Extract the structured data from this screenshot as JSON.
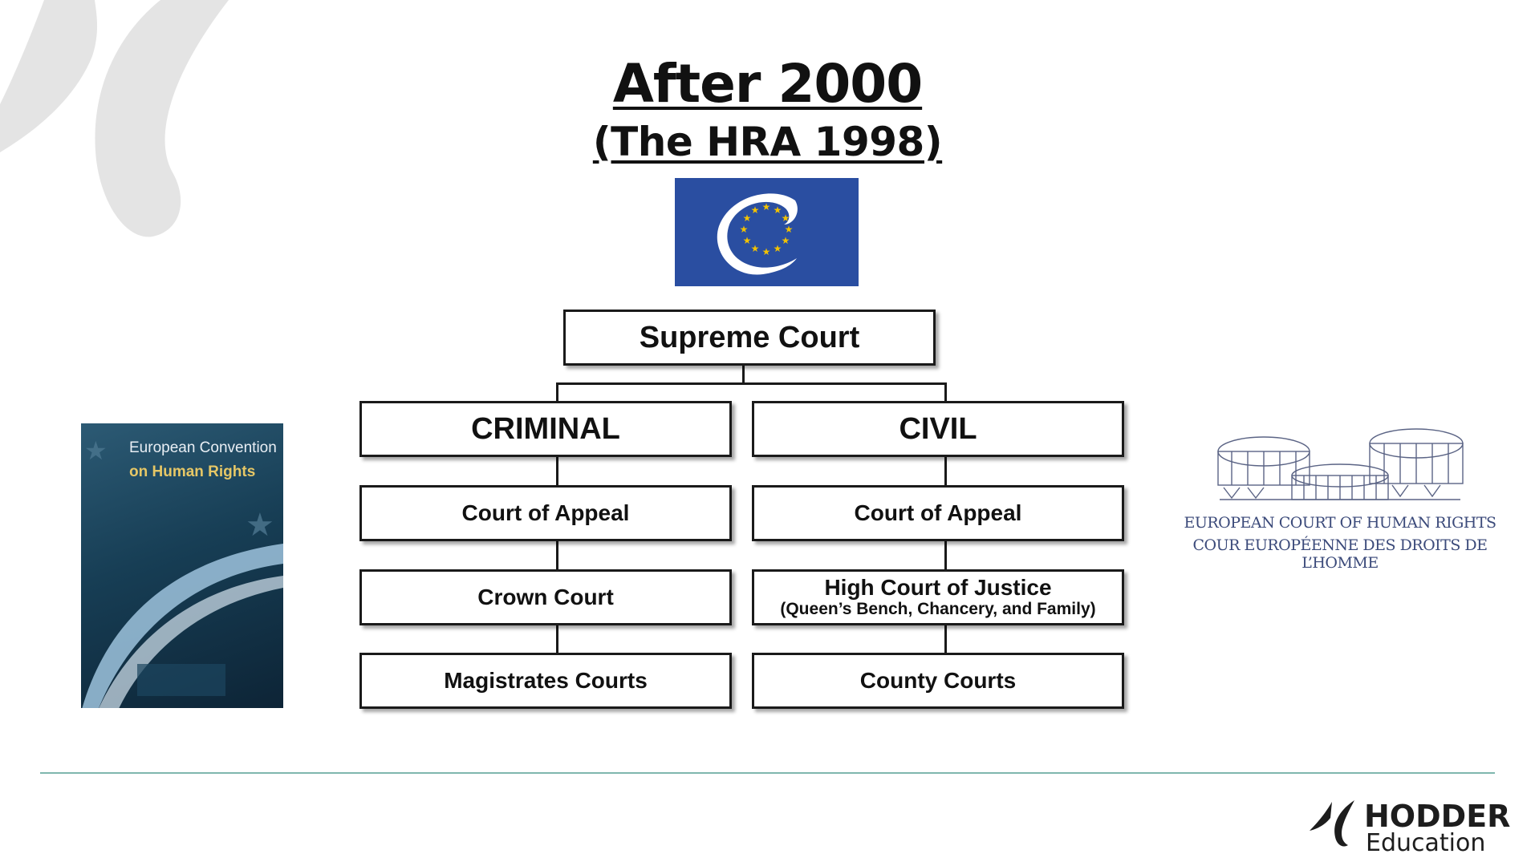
{
  "slide": {
    "title": "After 2000",
    "subtitle": "(The HRA 1998)"
  },
  "chart": {
    "top": "Supreme Court",
    "criminal": {
      "heading": "CRIMINAL",
      "courts": [
        "Court of Appeal",
        "Crown Court",
        "Magistrates Courts"
      ]
    },
    "civil": {
      "heading": "CIVIL",
      "courts": [
        "Court of Appeal",
        "High Court of Justice",
        "County Courts"
      ],
      "high_court_note": "(Queen’s Bench, Chancery, and Family)"
    }
  },
  "echr_logo": {
    "line1": "EUROPEAN COURT OF HUMAN RIGHTS",
    "line2": "COUR EUROPÉENNE DES DROITS DE L’HOMME"
  },
  "echr_booklet": {
    "title_line1": "European Convention",
    "title_line2": "on Human Rights"
  },
  "brand": {
    "name": "HODDER",
    "sub": "Education"
  },
  "colors": {
    "flag_blue": "#2a4ea1",
    "star_gold": "#f2c200",
    "divider": "#7fb7ae",
    "echr_text": "#3b4a7a"
  },
  "icons": [
    "council-of-europe-flag",
    "echr-building-logo",
    "hodder-logo-mark",
    "background-swirl"
  ]
}
